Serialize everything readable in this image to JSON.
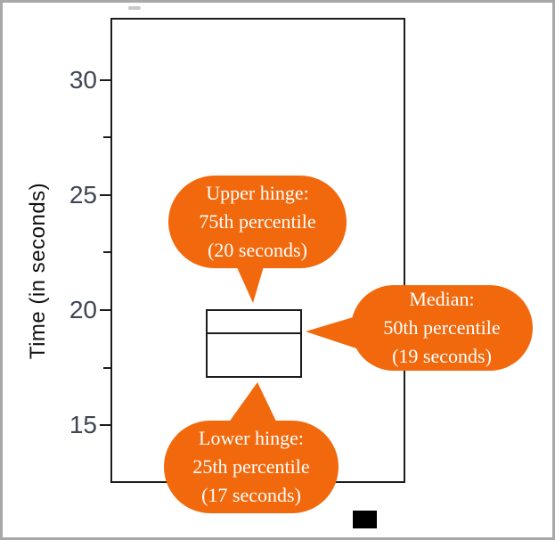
{
  "chart_data": {
    "type": "boxplot",
    "title": "",
    "xlabel": "",
    "ylabel": "Time (in seconds)",
    "ylim": [
      13,
      32.5
    ],
    "yticks": [
      15,
      20,
      25,
      30
    ],
    "ytick_labels": [
      "30",
      "25",
      "20",
      "15"
    ],
    "yticks_minor": [
      17.5,
      22.5,
      27.5
    ],
    "grid": false,
    "legend": false,
    "box": {
      "upper_hinge": 20,
      "median": 19,
      "lower_hinge": 17
    },
    "annotations": [
      {
        "id": "upper-hinge-callout",
        "lines": [
          "Upper hinge:",
          "75th percentile",
          "(20 seconds)"
        ],
        "target_value": 20
      },
      {
        "id": "median-callout",
        "lines": [
          "Median:",
          "50th percentile",
          "(19 seconds)"
        ],
        "target_value": 19
      },
      {
        "id": "lower-hinge-callout",
        "lines": [
          "Lower hinge:",
          "25th percentile",
          "(17 seconds)"
        ],
        "target_value": 17
      }
    ]
  },
  "colors": {
    "accent_orange": "#F2690D",
    "line_dark": "#1B1B1B",
    "tick_text": "#3E4553",
    "axis_text": "#111111",
    "outer_border": "#A8A8A8",
    "bubble_text": "#FFFFFF"
  }
}
